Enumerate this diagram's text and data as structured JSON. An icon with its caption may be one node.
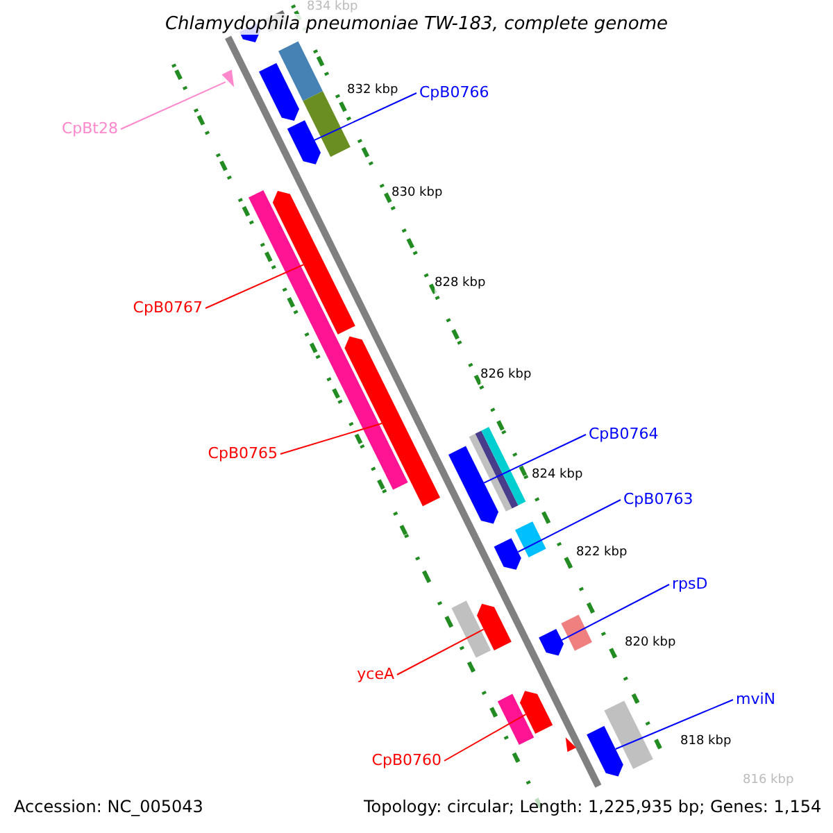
{
  "diagram": {
    "title": "Chlamydophila pneumoniae TW-183, complete genome",
    "nodes": [
      {
        "text": [
          "CpB0766"
        ]
      },
      {
        "text": [],
        "shape": "bar"
      },
      {
        "text": [
          "CpBt28"
        ]
      },
      {
        "text": [],
        "shape": "triangle"
      },
      {
        "text": [
          "CpB0767"
        ]
      },
      {
        "text": [],
        "shape": "bar"
      },
      {
        "text": [
          "CpB0765"
        ]
      },
      {
        "text": [],
        "shape": "bar"
      },
      {
        "text": [
          "CpB0764"
        ]
      },
      {
        "text": [],
        "shape": "bar"
      },
      {
        "text": [
          "CpB0763"
        ]
      },
      {
        "text": [],
        "shape": "bar"
      },
      {
        "text": [
          "rpsD"
        ]
      },
      {
        "text": [],
        "shape": "bar"
      },
      {
        "text": [
          "yceA"
        ]
      },
      {
        "text": [],
        "shape": "bar"
      },
      {
        "text": [
          "CpB0760"
        ]
      },
      {
        "text": [],
        "shape": "bar"
      },
      {
        "text": [
          "mviN"
        ]
      },
      {
        "text": [],
        "shape": "bar"
      },
      {
        "text": [],
        "shape": "bar"
      },
      {
        "text": [],
        "shape": "box"
      },
      {
        "text": [],
        "shape": "box"
      },
      {
        "text": [],
        "shape": "bar"
      },
      {
        "text": [],
        "shape": "box"
      },
      {
        "text": [],
        "shape": "box"
      },
      {
        "text": [],
        "shape": "box"
      },
      {
        "text": [],
        "shape": "box"
      },
      {
        "text": [],
        "shape": "box"
      },
      {
        "text": [],
        "shape": "box"
      },
      {
        "text": [],
        "shape": "box"
      },
      {
        "text": [],
        "shape": "box"
      },
      {
        "text": [],
        "shape": "box"
      },
      {
        "text": [],
        "shape": "box"
      },
      {
        "text": [],
        "shape": "triangle"
      }
    ],
    "edges": [
      {
        "from": 0,
        "to": 1,
        "arrow": "none"
      },
      {
        "from": 2,
        "to": 3,
        "arrow": "none",
        "color": "#ff88cc"
      },
      {
        "from": 4,
        "to": 5,
        "arrow": "none",
        "color": "#ff0000"
      },
      {
        "from": 6,
        "to": 7,
        "arrow": "none",
        "color": "#ff0000"
      },
      {
        "from": 8,
        "to": 9,
        "arrow": "none"
      },
      {
        "from": 10,
        "to": 11,
        "arrow": "none"
      },
      {
        "from": 12,
        "to": 13,
        "arrow": "none"
      },
      {
        "from": 14,
        "to": 15,
        "arrow": "none",
        "color": "#ff0000"
      },
      {
        "from": 16,
        "to": 17,
        "arrow": "none",
        "color": "#ff0000"
      },
      {
        "from": 18,
        "to": 19,
        "arrow": "none"
      }
    ],
    "labels": [
      "834 kbp",
      "832 kbp",
      "830 kbp",
      "828 kbp",
      "826 kbp",
      "824 kbp",
      "822 kbp",
      "820 kbp",
      "818 kbp",
      "816 kbp",
      "Accession: NC_005043",
      "Topology: circular; Length: 1,225,935 bp; Genes: 1,154"
    ]
  }
}
